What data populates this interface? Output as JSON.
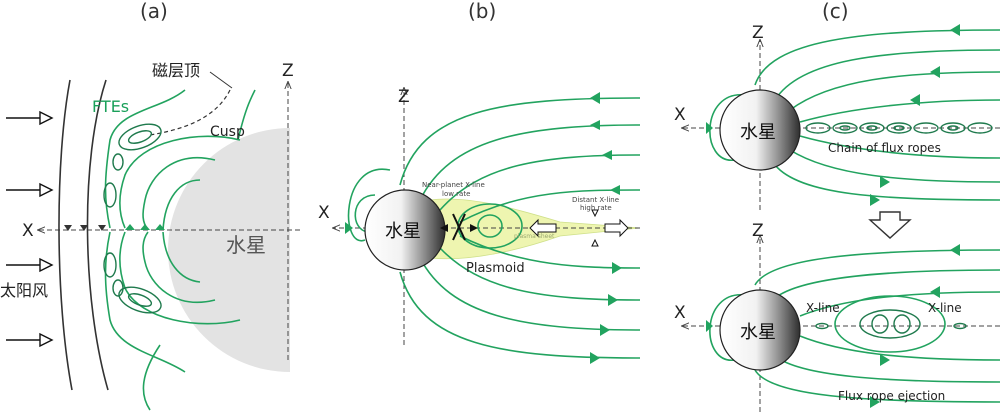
{
  "panels": {
    "a": {
      "label": "(a)",
      "axis_x": "X",
      "axis_z": "Z",
      "magnetopause": "磁层顶",
      "ftes": "FTEs",
      "cusp": "Cusp",
      "solar_wind": "太阳风",
      "planet": "水星"
    },
    "b": {
      "label": "(b)",
      "axis_x": "X",
      "axis_z": "Z",
      "planet": "水星",
      "near_xline": "Near-planet X-line",
      "near_rate": "low rate",
      "distant_xline": "Distant X-line",
      "distant_rate": "high rate",
      "plasma_sheet": "plasma sheet",
      "plasmoid": "Plasmoid"
    },
    "c": {
      "label": "(c)",
      "top": {
        "axis_x": "X",
        "axis_z": "Z",
        "planet": "水星",
        "caption": "Chain of flux ropes"
      },
      "bottom": {
        "axis_x": "X",
        "axis_z": "Z",
        "planet": "水星",
        "xline_left": "X-line",
        "xline_right": "X-line",
        "caption": "Flux rope ejection"
      }
    }
  },
  "colors": {
    "field_line": "#22a35f",
    "planet_light": "#ffffff",
    "planet_dark": "#3a3a3a",
    "plasma_sheet": "#eef5b0"
  }
}
